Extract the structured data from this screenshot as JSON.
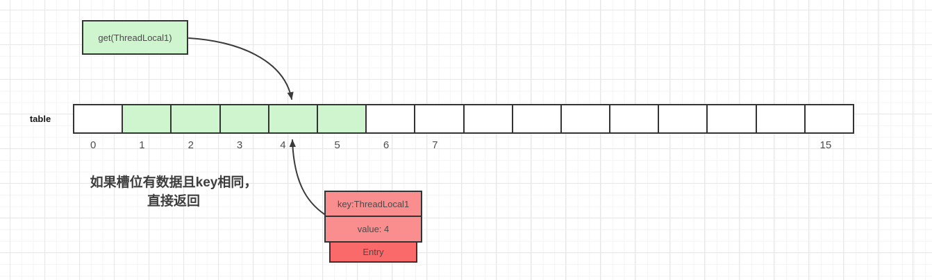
{
  "colors": {
    "green_fill": "#cff5cf",
    "pink_fill": "#fa8d8d",
    "red_fill": "#fa6a6a",
    "border": "#333333",
    "arrow": "#3a3a3a",
    "grid_minor": "#f4f4f4",
    "grid_major": "#e7e7e7"
  },
  "call_box": {
    "label": "get(ThreadLocal1)"
  },
  "table": {
    "label": "table",
    "cell_count": 16,
    "green_cells": [
      1,
      2,
      3,
      4,
      5
    ],
    "index_labels": [
      {
        "cell": 0,
        "text": "0"
      },
      {
        "cell": 1,
        "text": "1"
      },
      {
        "cell": 2,
        "text": "2"
      },
      {
        "cell": 3,
        "text": "3"
      },
      {
        "cell": 4,
        "text": "4"
      },
      {
        "cell": 5,
        "text": "5"
      },
      {
        "cell": 6,
        "text": "6"
      },
      {
        "cell": 7,
        "text": "7"
      },
      {
        "cell": 15,
        "text": "15"
      }
    ]
  },
  "note": {
    "line1": "如果槽位有数据且key相同，",
    "line2": "直接返回"
  },
  "entry": {
    "key": "key:ThreadLocal1",
    "value": "value: 4",
    "label": "Entry"
  }
}
